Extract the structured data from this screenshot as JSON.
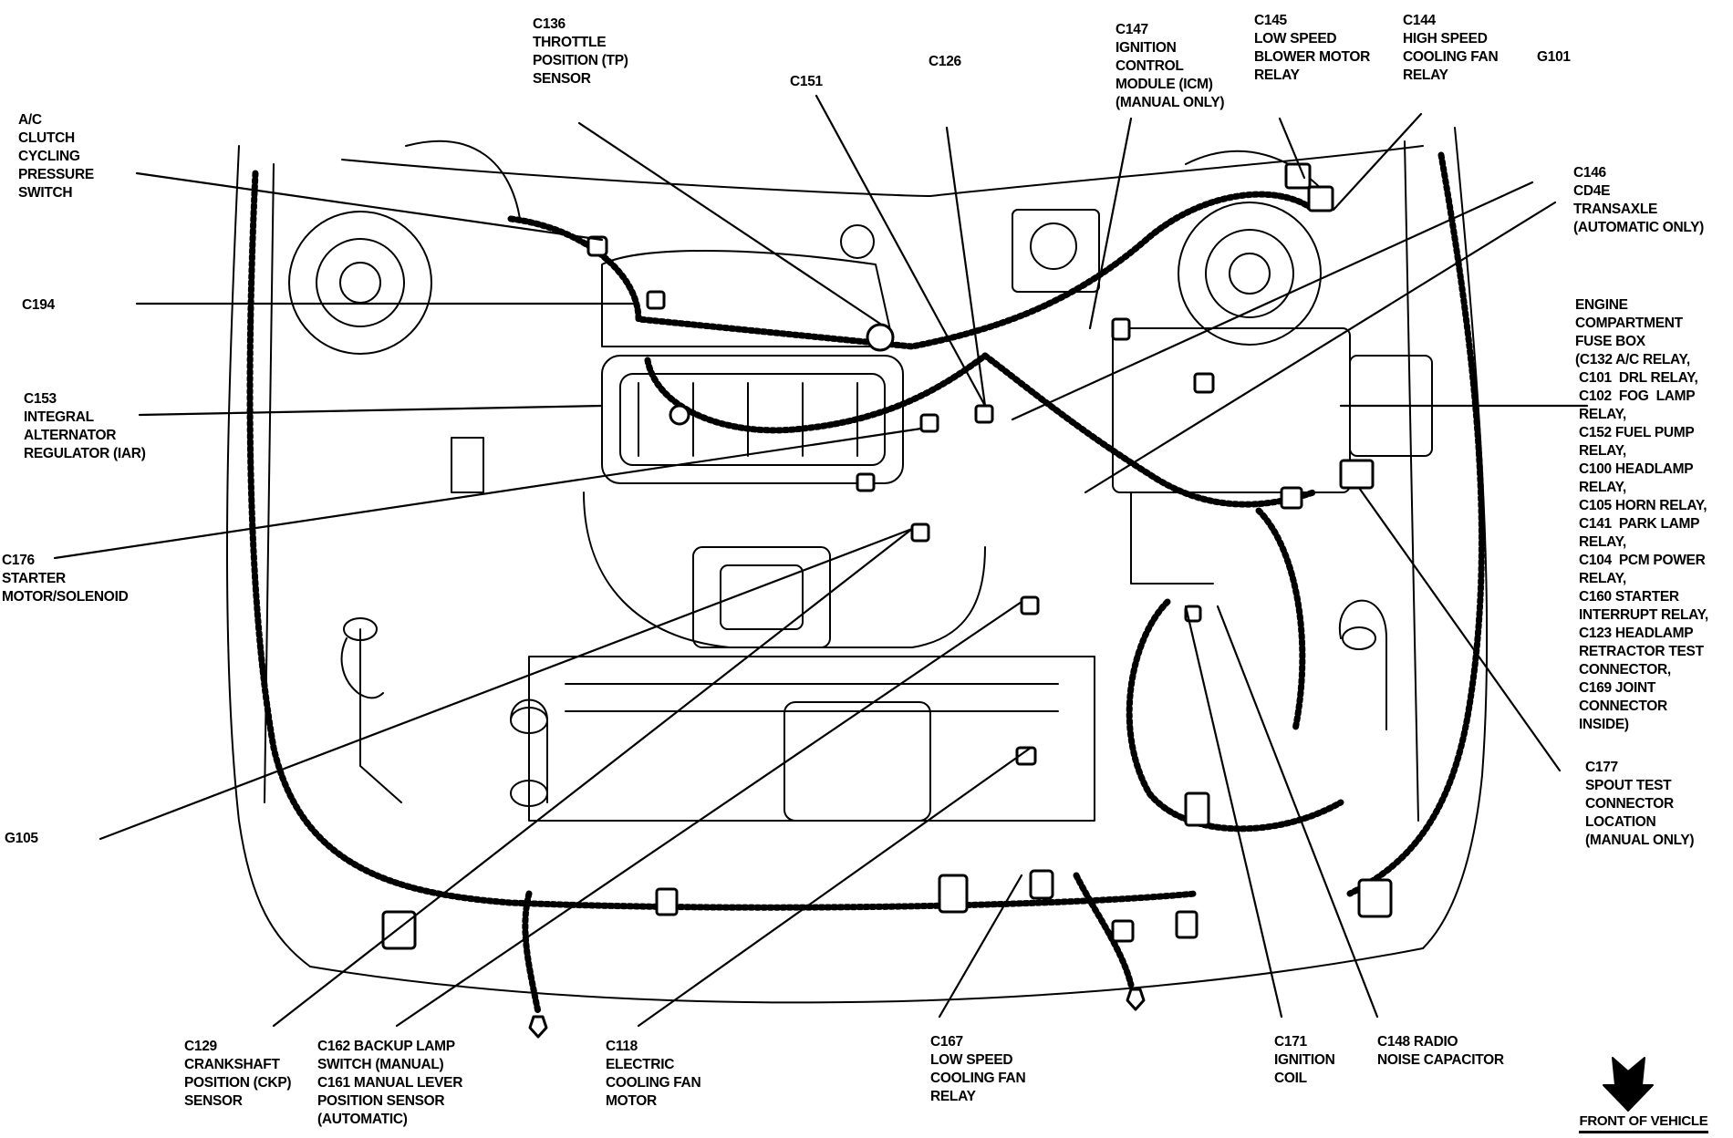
{
  "diagram": {
    "title": "Engine Compartment Connector Locations",
    "orientation_label": "FRONT OF VEHICLE",
    "orientation_icon": "down-arrow-icon",
    "colors": {
      "ink": "#000000",
      "paper": "#ffffff"
    }
  },
  "callouts": {
    "c136": [
      "C136",
      "THROTTLE",
      "POSITION (TP)",
      "SENSOR"
    ],
    "c151": [
      "C151"
    ],
    "c126": [
      "C126"
    ],
    "c147": [
      "C147",
      "IGNITION",
      "CONTROL",
      "MODULE (ICM)",
      "(MANUAL ONLY)"
    ],
    "c145": [
      "C145",
      "LOW SPEED",
      "BLOWER MOTOR",
      "RELAY"
    ],
    "c144": [
      "C144",
      "HIGH SPEED",
      "COOLING FAN",
      "RELAY"
    ],
    "g101": [
      "G101"
    ],
    "c146": [
      "C146",
      "CD4E",
      "TRANSAXLE",
      "(AUTOMATIC ONLY)"
    ],
    "fusebox": [
      "ENGINE",
      "COMPARTMENT",
      "FUSE BOX",
      "(C132 A/C RELAY,",
      " C101  DRL RELAY,",
      " C102  FOG  LAMP",
      " RELAY,",
      " C152 FUEL PUMP",
      " RELAY,",
      " C100 HEADLAMP",
      " RELAY,",
      " C105 HORN RELAY,",
      " C141  PARK LAMP",
      " RELAY,",
      " C104  PCM POWER",
      " RELAY,",
      " C160 STARTER",
      " INTERRUPT RELAY,",
      " C123 HEADLAMP",
      " RETRACTOR TEST",
      " CONNECTOR,",
      " C169 JOINT",
      " CONNECTOR",
      " INSIDE)"
    ],
    "c177": [
      "C177",
      "SPOUT TEST",
      "CONNECTOR",
      "LOCATION",
      "(MANUAL ONLY)"
    ],
    "ac_switch": [
      "A/C",
      "CLUTCH",
      "CYCLING",
      "PRESSURE",
      "SWITCH"
    ],
    "c194": [
      "C194"
    ],
    "c153": [
      "C153",
      "INTEGRAL",
      "ALTERNATOR",
      "REGULATOR (IAR)"
    ],
    "c176": [
      "C176",
      "STARTER",
      "MOTOR/SOLENOID"
    ],
    "g105": [
      "G105"
    ],
    "c129": [
      "C129",
      "CRANKSHAFT",
      "POSITION (CKP)",
      "SENSOR"
    ],
    "c162": [
      "C162 BACKUP LAMP",
      "SWITCH (MANUAL)",
      "C161 MANUAL LEVER",
      "POSITION SENSOR",
      "(AUTOMATIC)"
    ],
    "c118": [
      "C118",
      "ELECTRIC",
      "COOLING FAN",
      "MOTOR"
    ],
    "c167": [
      "C167",
      "LOW SPEED",
      "COOLING FAN",
      "RELAY"
    ],
    "c171": [
      "C171",
      "IGNITION",
      "COIL"
    ],
    "c148": [
      "C148 RADIO",
      "NOISE CAPACITOR"
    ]
  }
}
